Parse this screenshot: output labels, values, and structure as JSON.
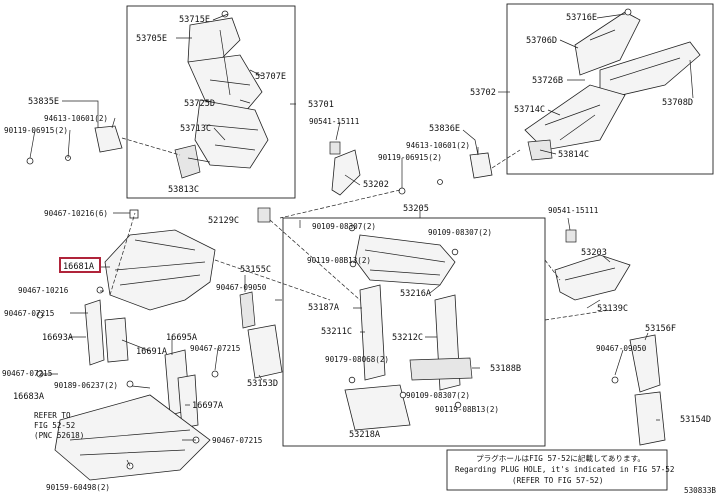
{
  "labels": {
    "p53715E": "53715E",
    "p53705E": "53705E",
    "p53707E": "53707E",
    "p53725D": "53725D",
    "p53713C": "53713C",
    "p53813C": "53813C",
    "p53701": "53701",
    "p53835E": "53835E",
    "p94613_10601_2a": "94613-10601(2)",
    "p90119_06915_2a": "90119-06915(2)",
    "p90541_15111a": "90541-15111",
    "p53836E": "53836E",
    "p94613_10601_2b": "94613-10601(2)",
    "p90119_06915_2b": "90119-06915(2)",
    "p53202": "53202",
    "p53716E": "53716E",
    "p53706D": "53706D",
    "p53726B": "53726B",
    "p53702": "53702",
    "p53714C": "53714C",
    "p53708D": "53708D",
    "p53814C": "53814C",
    "p90467_10216_6": "90467-10216(6)",
    "p52129C": "52129C",
    "p53205": "53205",
    "p90541_15111b": "90541-15111",
    "p16681A": "16681A",
    "p90467_10216": "90467-10216",
    "p53155C": "53155C",
    "p90467_09050a": "90467-09050",
    "p90109_08307_2a": "90109-08307(2)",
    "p90109_08307_2b": "90109-08307(2)",
    "p90119_08B13_2a": "90119-08B13(2)",
    "p53203": "53203",
    "p53216A": "53216A",
    "p53187A": "53187A",
    "p53139C": "53139C",
    "p90467_07215a": "90467-07215",
    "p16693A": "16693A",
    "p16695A": "16695A",
    "p53211C": "53211C",
    "p53212C": "53212C",
    "p53156F": "53156F",
    "p16691A": "16691A",
    "p90467_07215b": "90467-07215",
    "p90467_09050b": "90467-09050",
    "p90467_07215c": "90467-07215",
    "p53153D": "53153D",
    "p90179_08068_2": "90179-08068(2)",
    "p53188B": "53188B",
    "p90189_06237_2": "90189-06237(2)",
    "p16683A": "16683A",
    "p16697A": "16697A",
    "p90109_08307_2c": "90109-08307(2)",
    "p90119_08B13_2b": "90119-08B13(2)",
    "p53154D": "53154D",
    "p53218A": "53218A",
    "p90467_07215d": "90467-07215",
    "p90159_60498_2": "90159-60498(2)",
    "ref1": "REFER TO",
    "ref2": "FIG 52-52",
    "ref3": "(PNC 52618)",
    "note_jp": "プラグホールはFIG 57-52に記載してあります。",
    "note_en": "Regarding PLUG HOLE, it's indicated in FIG 57-52",
    "note_ref": "(REFER TO FIG 57-52)",
    "footer_code": "530833B"
  }
}
